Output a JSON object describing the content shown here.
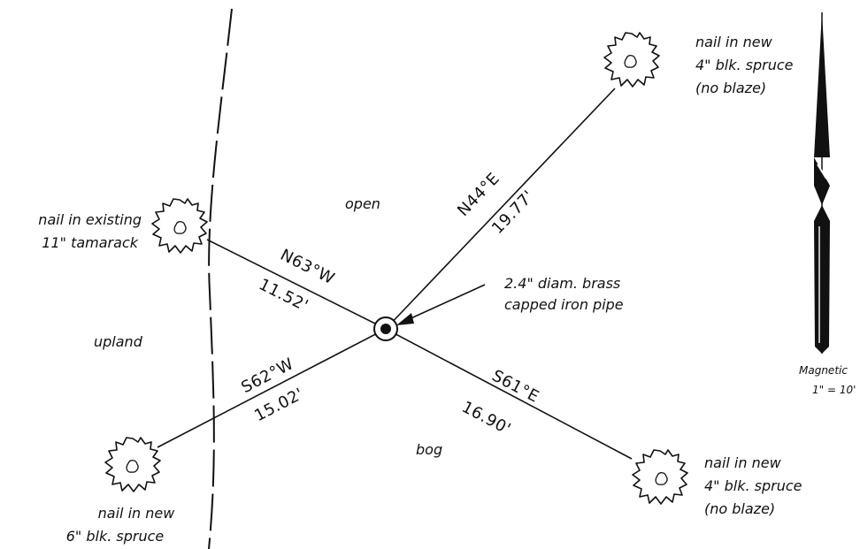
{
  "areas": {
    "open": "open",
    "upland": "upland",
    "bog": "bog"
  },
  "monument": {
    "line1": "2.4\" diam. brass",
    "line2": "capped iron pipe"
  },
  "witness_trees": {
    "ne": {
      "line1": "nail in new",
      "line2": "4\" blk. spruce",
      "line3": "(no blaze)"
    },
    "nw": {
      "line1": "nail in existing",
      "line2": "11\" tamarack"
    },
    "sw": {
      "line1": "nail in new",
      "line2": "6\" blk. spruce"
    },
    "se": {
      "line1": "nail in new",
      "line2": "4\" blk. spruce",
      "line3": "(no blaze)"
    }
  },
  "bearings": {
    "ne": {
      "bearing": "N44°E",
      "distance": "19.77'"
    },
    "nw": {
      "bearing": "N63°W",
      "distance": "11.52'"
    },
    "sw": {
      "bearing": "S62°W",
      "distance": "15.02'"
    },
    "se": {
      "bearing": "S61°E",
      "distance": "16.90'"
    }
  },
  "north_arrow": {
    "label": "Magnetic",
    "scale": "1\" = 10'"
  },
  "colors": {
    "ink": "#111111",
    "paper": "#ffffff"
  }
}
